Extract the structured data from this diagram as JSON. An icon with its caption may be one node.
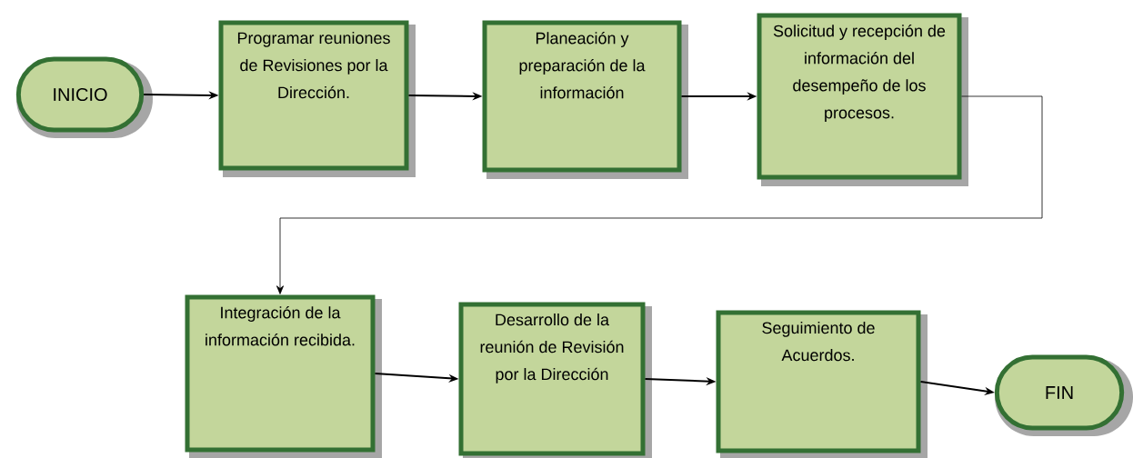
{
  "diagram": {
    "nodes": [
      {
        "text": [
          "INICIO"
        ]
      },
      {
        "text": [
          "Programar reuniones de Revisiones por la Dirección."
        ]
      },
      {
        "text": [
          "Planeación y preparación de la información"
        ]
      },
      {
        "text": [
          "Solicitud y recepción de información del desempeño de los procesos."
        ]
      },
      {
        "text": [
          "Integración de la información recibida."
        ]
      },
      {
        "text": [
          "Desarrollo de la reunión de Revisión por la Dirección"
        ]
      },
      {
        "text": [
          "Seguimiento de Acuerdos."
        ]
      },
      {
        "text": [
          "FIN"
        ]
      }
    ],
    "edges": [
      {
        "from": 0,
        "to": 1,
        "arrow": "to"
      },
      {
        "from": 1,
        "to": 2,
        "arrow": "to"
      },
      {
        "from": 2,
        "to": 3,
        "arrow": "to"
      },
      {
        "from": 3,
        "to": 4,
        "arrow": "to"
      },
      {
        "from": 4,
        "to": 5,
        "arrow": "to"
      },
      {
        "from": 5,
        "to": 6,
        "arrow": "to"
      },
      {
        "from": 6,
        "to": 7,
        "arrow": "to"
      }
    ]
  }
}
